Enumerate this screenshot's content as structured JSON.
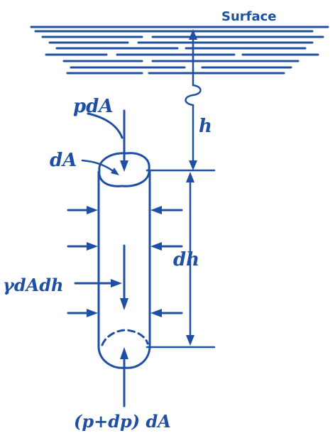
{
  "colors": {
    "ink": "#1f4fa3",
    "background": "#ffffff"
  },
  "labels": {
    "surface": "Surface",
    "depth": "h",
    "top_force": "pdA",
    "top_area": "dA",
    "weight": "γdAdh",
    "element_height": "dh",
    "bottom_force": "(p+dp) dA"
  }
}
